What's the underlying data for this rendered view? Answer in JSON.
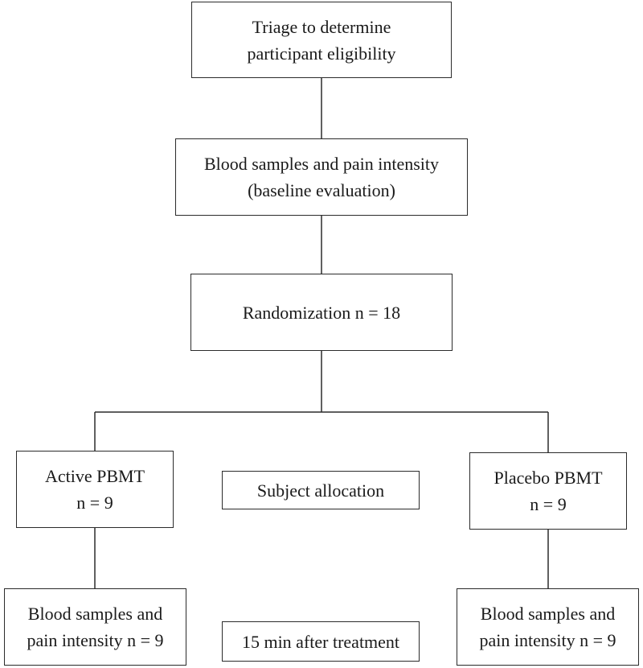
{
  "triage": {
    "line1": "Triage to determine",
    "line2": "participant eligibility"
  },
  "baseline": {
    "line1": "Blood samples and pain intensity",
    "line2": "(baseline evaluation)"
  },
  "randomization": {
    "text": "Randomization n = 18"
  },
  "active": {
    "line1": "Active PBMT",
    "line2": "n = 9"
  },
  "placebo": {
    "line1": "Placebo PBMT",
    "line2": "n = 9"
  },
  "allocation": {
    "text": "Subject allocation"
  },
  "followup_left": {
    "line1": "Blood samples and",
    "line2": "pain intensity n = 9"
  },
  "followup_right": {
    "line1": "Blood samples and",
    "line2": "pain intensity n = 9"
  },
  "timing": {
    "text": "15 min after treatment"
  }
}
